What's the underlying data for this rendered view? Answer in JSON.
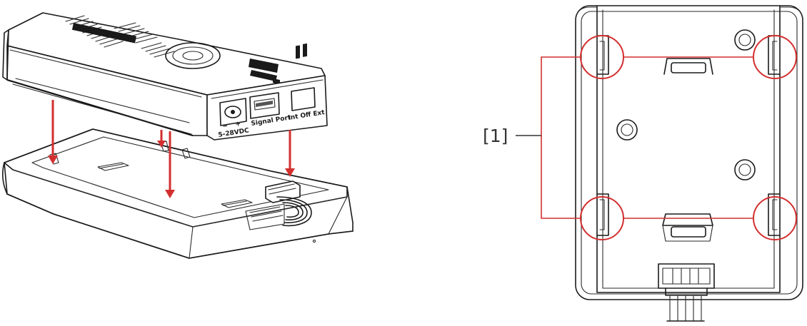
{
  "callout": {
    "label": "[1]"
  },
  "device_labels": {
    "voltage_minus": "−",
    "voltage_plus": "+",
    "voltage_range": "5-28VDC",
    "signal_port": "Signal Port",
    "mode_switch": "Int  Off  Ext"
  },
  "colors": {
    "line_art": "#1a1a1a",
    "arrow": "#d32f2f",
    "highlight_circle": "#d32f2f",
    "callout_text": "#333333"
  },
  "icons": {
    "mount_arrow": "red-down-arrow",
    "clip_highlight": "red-circle"
  }
}
